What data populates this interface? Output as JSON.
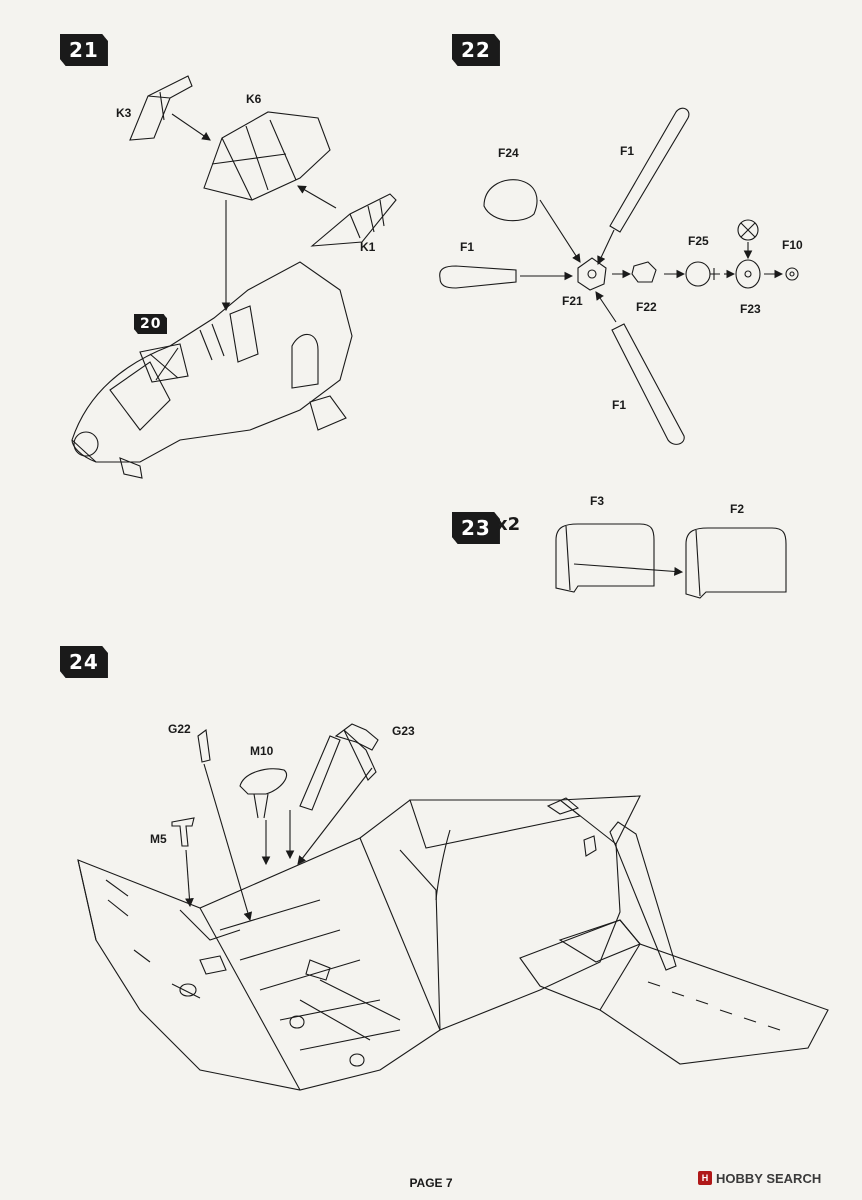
{
  "steps": {
    "s21": "21",
    "s22": "22",
    "s23": "23",
    "s23_multiplier": "x2",
    "s24": "24",
    "ref20": "20"
  },
  "labels": {
    "k3": "K3",
    "k6": "K6",
    "k1": "K1",
    "f24": "F24",
    "f1_top": "F1",
    "f1_left": "F1",
    "f1_bottom": "F1",
    "f25": "F25",
    "f10": "F10",
    "f21": "F21",
    "f22": "F22",
    "f23": "F23",
    "f3": "F3",
    "f2": "F2",
    "g22": "G22",
    "m10": "M10",
    "g23": "G23",
    "m5": "M5"
  },
  "footer": {
    "page": "PAGE 7"
  },
  "watermark": {
    "icon_text": "H",
    "text": "HOBBY SEARCH"
  }
}
